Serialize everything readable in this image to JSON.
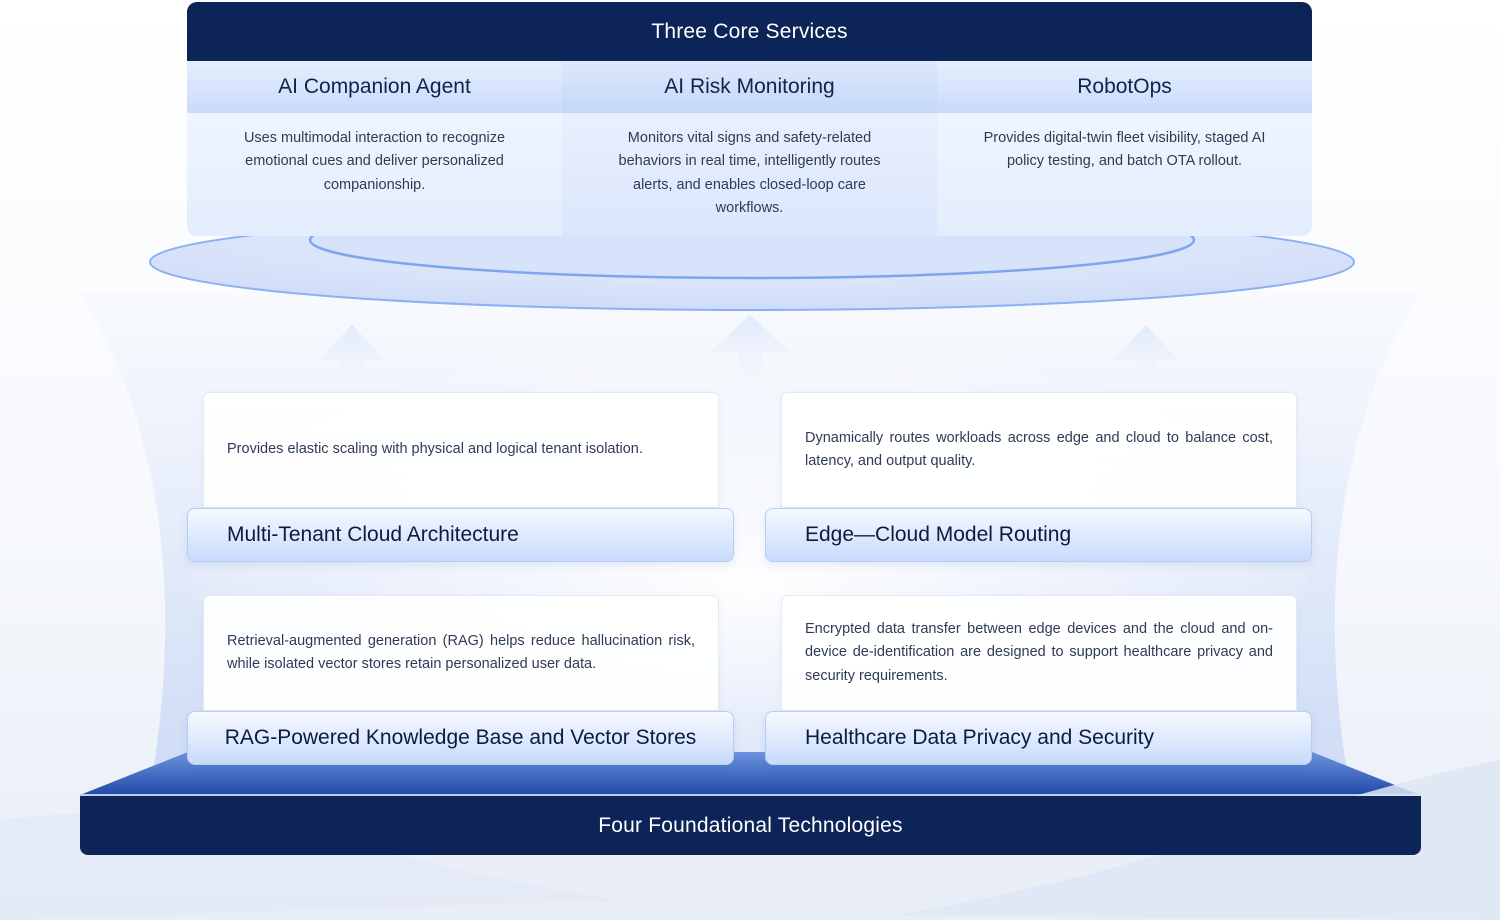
{
  "top_banner": {
    "title": "Three Core Services"
  },
  "services": [
    {
      "title": "AI Companion Agent",
      "description": "Uses multimodal interaction to recognize emotional cues and deliver personalized companionship."
    },
    {
      "title": "AI Risk Monitoring",
      "description": "Monitors vital signs and safety-related behaviors in real time, intelligently routes alerts, and enables closed-loop care workflows."
    },
    {
      "title": "RobotOps",
      "description": "Provides digital-twin fleet visibility, staged AI policy testing, and batch OTA rollout."
    }
  ],
  "technologies": [
    {
      "title": "Multi-Tenant Cloud Architecture",
      "description": "Provides elastic scaling with physical and logical tenant isolation."
    },
    {
      "title": "Edge—Cloud Model Routing",
      "description": "Dynamically routes workloads across edge and cloud to balance cost, latency, and output quality."
    },
    {
      "title": "RAG-Powered Knowledge Base and Vector Stores",
      "description": "Retrieval-augmented generation (RAG) helps reduce hallucination risk, while isolated vector stores retain personalized user data."
    },
    {
      "title": "Healthcare Data Privacy and Security",
      "description": "Encrypted data transfer between edge devices and the cloud and on-device de-identification are designed to support healthcare privacy and security requirements."
    }
  ],
  "bottom_banner": {
    "title": "Four Foundational Technologies"
  },
  "colors": {
    "banner": "#0c2458",
    "accent_blue": "#6f9bef",
    "text_dark": "#0d1b3f",
    "text_body": "#2f3b55"
  }
}
